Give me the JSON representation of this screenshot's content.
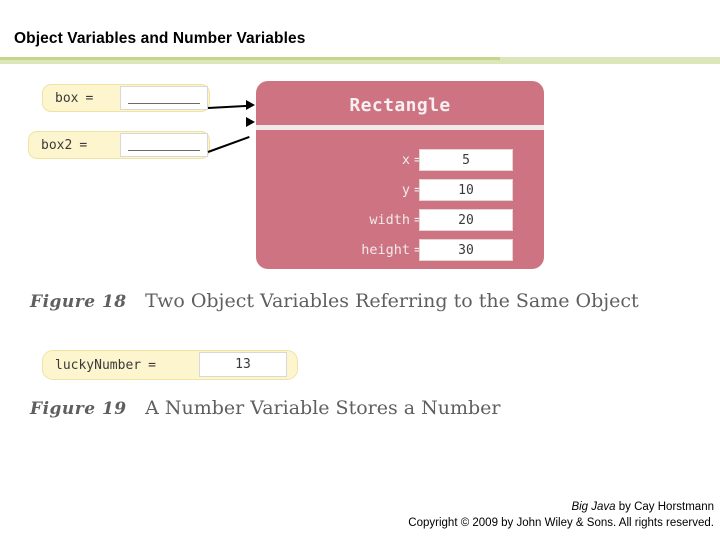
{
  "slide": {
    "title": "Object Variables and Number Variables"
  },
  "diagram1": {
    "variables": [
      {
        "name": "box",
        "eq": "=",
        "value": ""
      },
      {
        "name": "box2",
        "eq": "=",
        "value": ""
      }
    ],
    "object": {
      "class_name": "Rectangle",
      "fields": [
        {
          "label": "x",
          "eq": "=",
          "value": "5"
        },
        {
          "label": "y",
          "eq": "=",
          "value": "10"
        },
        {
          "label": "width",
          "eq": "=",
          "value": "20"
        },
        {
          "label": "height",
          "eq": "=",
          "value": "30"
        }
      ]
    },
    "caption": {
      "number": "Figure 18",
      "text": "Two Object Variables Referring to the Same Object"
    }
  },
  "diagram2": {
    "variable": {
      "name": "luckyNumber",
      "eq": "=",
      "value": "13"
    },
    "caption": {
      "number": "Figure 19",
      "text": "A Number Variable Stores a Number"
    }
  },
  "footer": {
    "line1_book": "Big Java",
    "line1_rest": " by Cay Horstmann",
    "line2": "Copyright © 2009 by John Wiley & Sons.  All rights reserved."
  }
}
